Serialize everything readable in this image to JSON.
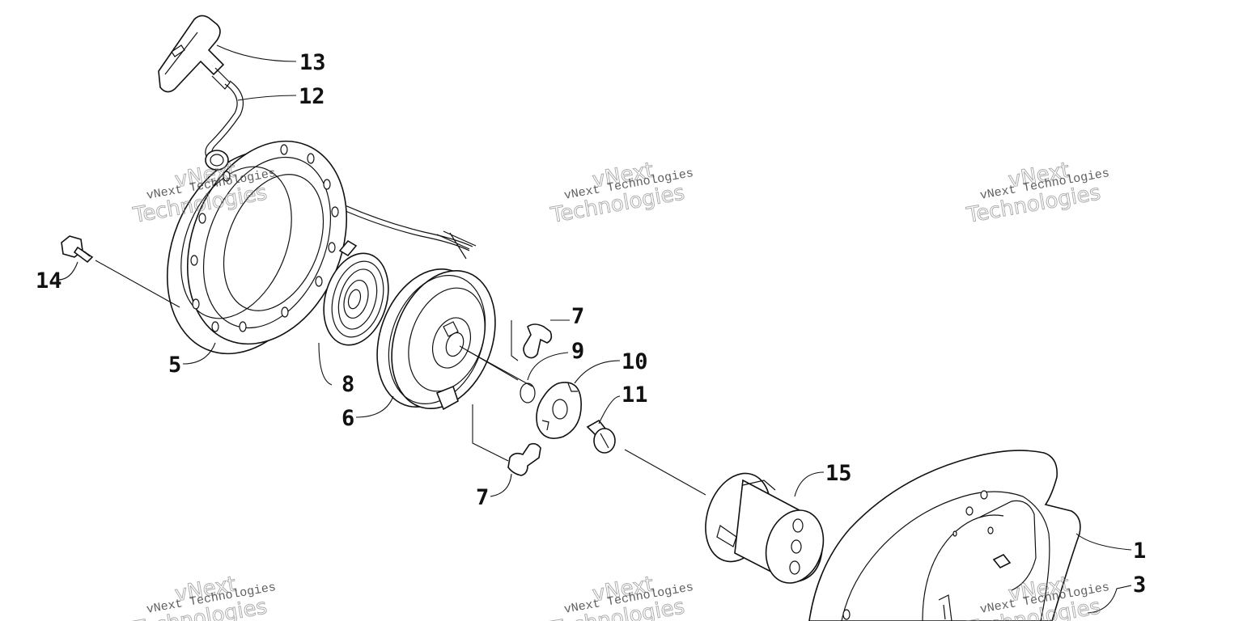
{
  "diagram": {
    "callouts": [
      {
        "id": "13",
        "label": "13"
      },
      {
        "id": "12",
        "label": "12"
      },
      {
        "id": "14",
        "label": "14"
      },
      {
        "id": "5",
        "label": "5"
      },
      {
        "id": "8",
        "label": "8"
      },
      {
        "id": "6",
        "label": "6"
      },
      {
        "id": "7a",
        "label": "7"
      },
      {
        "id": "9",
        "label": "9"
      },
      {
        "id": "10",
        "label": "10"
      },
      {
        "id": "11",
        "label": "11"
      },
      {
        "id": "7b",
        "label": "7"
      },
      {
        "id": "15",
        "label": "15"
      },
      {
        "id": "1",
        "label": "1"
      },
      {
        "id": "3",
        "label": "3"
      }
    ],
    "watermark": {
      "line1": "vNext Technologies",
      "line2_top": "vNext",
      "line2_bottom": "Technologies"
    }
  }
}
